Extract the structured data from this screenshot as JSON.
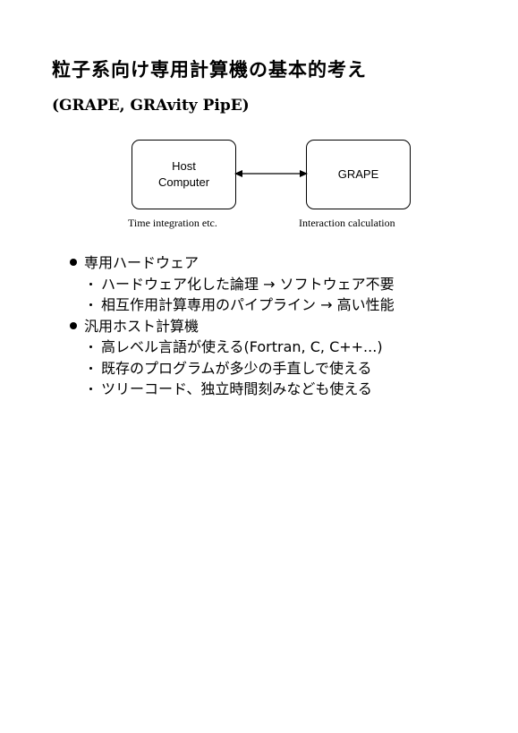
{
  "title": "粒子系向け専用計算機の基本的考え",
  "subtitle": "(GRAPE, GRAvity PipE)",
  "diagram": {
    "host_box": "Host\nComputer",
    "grape_box": "GRAPE",
    "host_caption": "Time integration etc.",
    "grape_caption": "Interaction calculation"
  },
  "sections": [
    {
      "heading": "専用ハードウェア",
      "items": [
        "ハードウェア化した論理 → ソフトウェア不要",
        "相互作用計算専用のパイプライン → 高い性能"
      ]
    },
    {
      "heading": "汎用ホスト計算機",
      "items": [
        "高レベル言語が使える(Fortran, C, C++...)",
        "既存のプログラムが多少の手直しで使える",
        "ツリーコード、独立時間刻みなども使える"
      ]
    }
  ]
}
